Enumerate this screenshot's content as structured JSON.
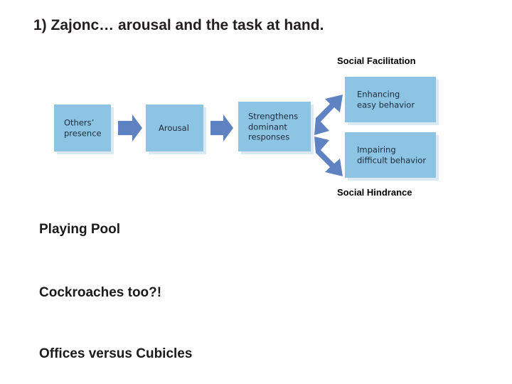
{
  "slide": {
    "title": "1) Zajonc… arousal and the task at hand.",
    "background_color": "#ffffff"
  },
  "diagram": {
    "name": "social-facilitation-flow",
    "box_fill_color": "#8ec4e3",
    "arrow_fill_color": "#5f82c2",
    "boxes": [
      {
        "id": "others",
        "label": "Others’\npresence"
      },
      {
        "id": "arousal",
        "label": "Arousal"
      },
      {
        "id": "strength",
        "label": "Strengthens\ndominant\nresponses"
      },
      {
        "id": "enhance",
        "label": "Enhancing\neasy behavior"
      },
      {
        "id": "impair",
        "label": "Impairing\ndifficult behavior"
      }
    ],
    "captions": {
      "top": "Social Facilitation",
      "bottom": "Social Hindrance"
    },
    "arrows": [
      {
        "id": "arrow-1",
        "direction": "right",
        "from": "others",
        "to": "arousal"
      },
      {
        "id": "arrow-2",
        "direction": "right",
        "from": "arousal",
        "to": "strength"
      },
      {
        "id": "arrow-3",
        "direction": "up-right",
        "from": "strength",
        "to": "enhance"
      },
      {
        "id": "arrow-4",
        "direction": "down-right",
        "from": "strength",
        "to": "impair"
      }
    ]
  },
  "body_lines": [
    {
      "id": "pool",
      "text": "Playing Pool"
    },
    {
      "id": "roaches",
      "text": "Cockroaches too?!"
    },
    {
      "id": "offices",
      "text": "Offices versus Cubicles"
    }
  ]
}
